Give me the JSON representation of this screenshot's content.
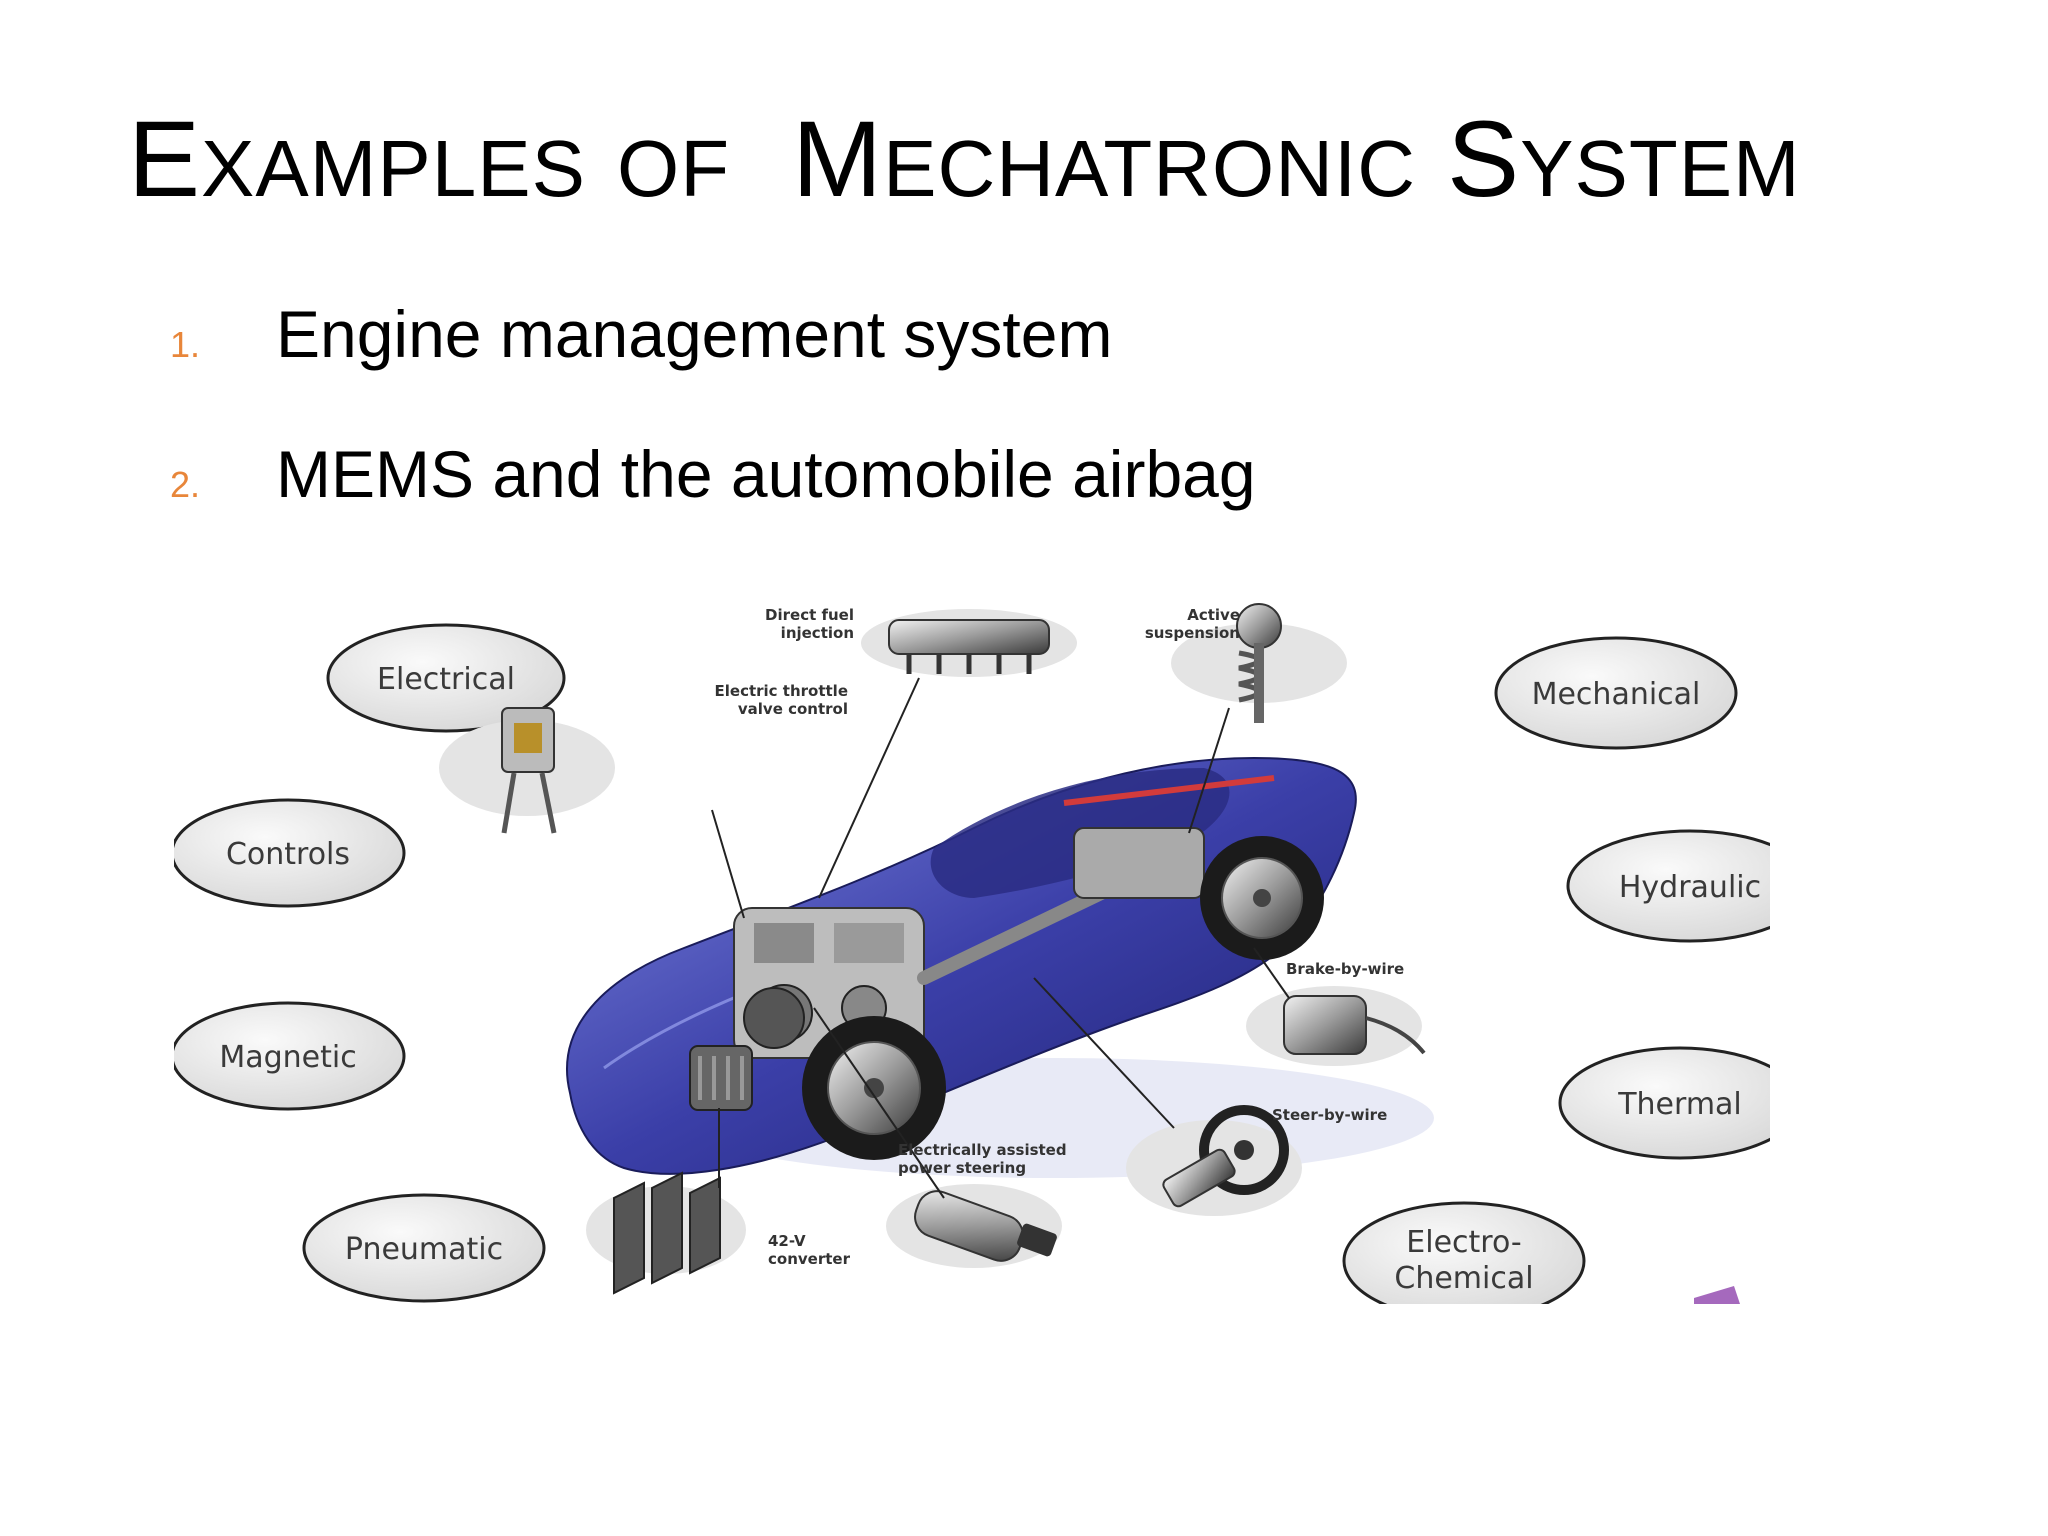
{
  "slide": {
    "title": {
      "word1_initial": "E",
      "word1_rest": "XAMPLES",
      "word2": "OF",
      "word3_initial": "M",
      "word3_rest": "ECHATRONIC",
      "word4_initial": "S",
      "word4_rest": "YSTEM"
    },
    "items": [
      {
        "number": "1.",
        "text": "Engine management system"
      },
      {
        "number": "2.",
        "text": "MEMS and the automobile airbag"
      }
    ],
    "colors": {
      "number_accent": "#e8863a",
      "car_body": "#3b3fa8",
      "bubble_fill": "#ececec"
    }
  },
  "diagram": {
    "disciplines": {
      "electrical": "Electrical",
      "controls": "Controls",
      "magnetic": "Magnetic",
      "pneumatic": "Pneumatic",
      "mechanical": "Mechanical",
      "hydraulic": "Hydraulic",
      "thermal": "Thermal",
      "electro_line1": "Electro-",
      "electro_line2": "Chemical"
    },
    "callouts": {
      "fuel_line1": "Direct fuel",
      "fuel_line2": "injection",
      "throttle_line1": "Electric throttle",
      "throttle_line2": "valve control",
      "suspension_line1": "Active",
      "suspension_line2": "suspension",
      "brake": "Brake-by-wire",
      "steer": "Steer-by-wire",
      "steering_line1": "Electrically assisted",
      "steering_line2": "power steering",
      "converter_line1": "42-V",
      "converter_line2": "converter"
    }
  }
}
